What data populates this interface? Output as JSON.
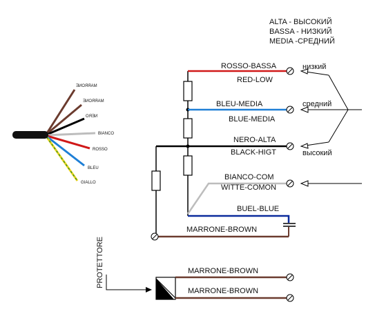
{
  "legend": {
    "line1": "ALTA - ВЫСОКИЙ",
    "line2": "BASSA - НИЗКИЙ",
    "line3": "MEDIA -СРЕДНИЙ"
  },
  "cable": {
    "wires": [
      {
        "label": "MARRONE",
        "color": "#6b3b2e"
      },
      {
        "label": "MARRONE",
        "color": "#6b3b2e"
      },
      {
        "label": "NERO",
        "color": "#000000"
      },
      {
        "label": "BIANCO",
        "color": "#bdbdbd"
      },
      {
        "label": "ROSSO",
        "color": "#d01818"
      },
      {
        "label": "BLEU",
        "color": "#1e7fd6"
      },
      {
        "label": "GIALLO",
        "color": "#e6d21c"
      }
    ]
  },
  "terminals": {
    "low": {
      "top": "ROSSO-BASSA",
      "bottom": "RED-LOW",
      "ru": "низкий"
    },
    "mid": {
      "top": "BLEU-MEDIA",
      "bottom": "BLUE-MEDIA",
      "ru": "средний"
    },
    "high": {
      "top": "NERO-ALTA",
      "bottom": "BLACK-HIGT",
      "ru": "высокий"
    },
    "common": {
      "top": "BIANCO-COM",
      "bottom": "WITTE-COMON"
    },
    "blue": {
      "label": "BUEL-BLUE"
    },
    "brown": {
      "label": "MARRONE-BROWN"
    }
  },
  "protector": {
    "label": "PROTETTORE",
    "wire1": "MARRONE-BROWN",
    "wire2": "MARRONE-BROWN"
  },
  "colors": {
    "red": "#d01818",
    "blue": "#1e7fd6",
    "black": "#000000",
    "white_wire": "#bdbdbd",
    "brown": "#6b3b2e",
    "dark_blue": "#0a2a9c",
    "yellow": "#e6d21c"
  }
}
